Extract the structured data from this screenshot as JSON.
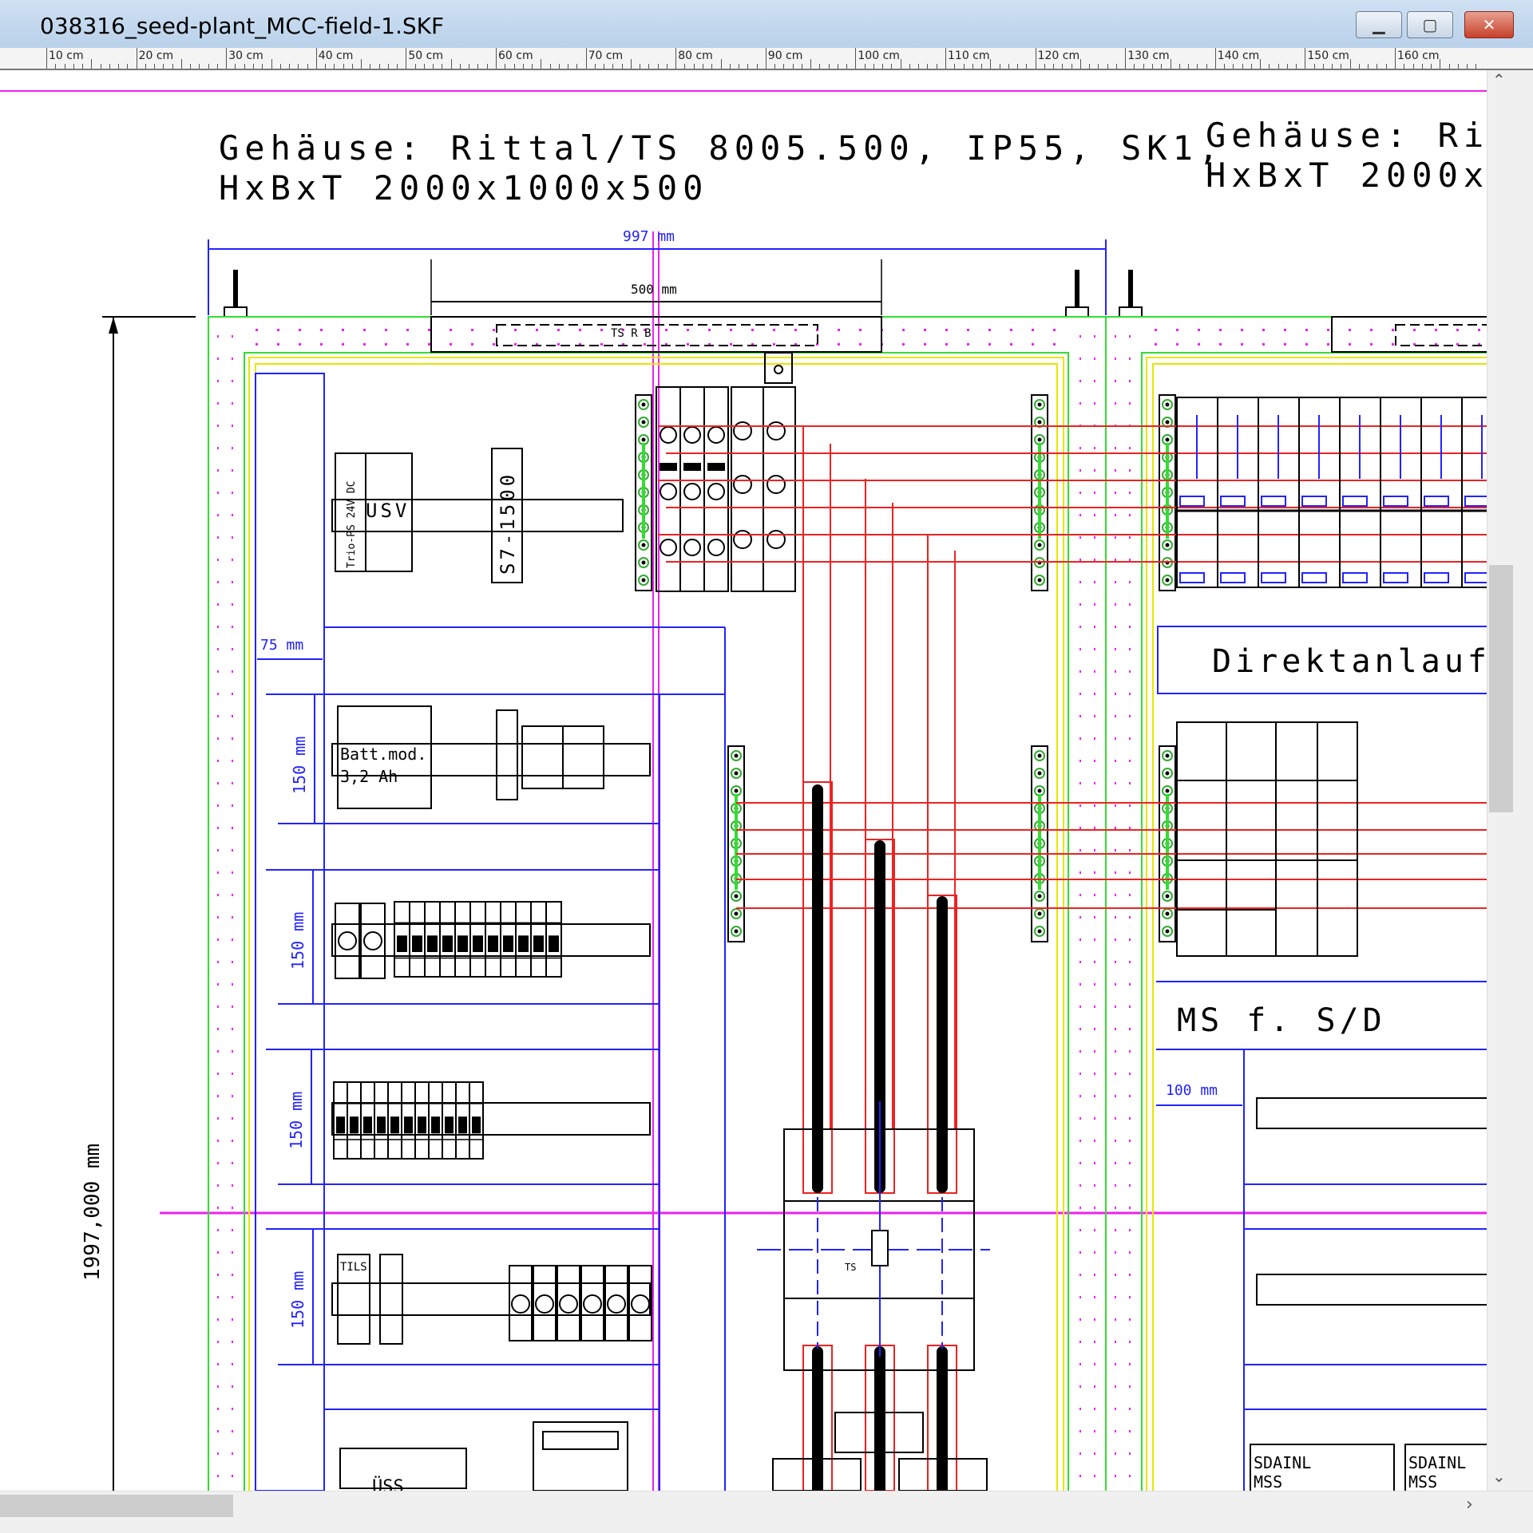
{
  "window": {
    "title": "038316_seed-plant_MCC-field-1.SKF"
  },
  "ruler": {
    "labels": [
      "10 cm",
      "20 cm",
      "30 cm",
      "40 cm",
      "50 cm",
      "60 cm",
      "70 cm",
      "80 cm",
      "90 cm",
      "100 cm",
      "110 cm",
      "120 cm",
      "130 cm",
      "140 cm",
      "150 cm",
      "160 cm"
    ]
  },
  "drawing": {
    "enclosure_line1": "Gehäuse: Rittal/TS 8005.500, IP55, SK1,",
    "enclosure_line2": "HxBxT 2000x1000x500",
    "enclosure2_line1": "Gehäuse: Ritt",
    "enclosure2_line2": "HxBxT 2000x",
    "dim_width": "997 mm",
    "dim_500": "500 mm",
    "dim_height": "1997,000 mm",
    "dim_75": "75 mm",
    "dim_150": "150 mm",
    "dim_100": "100 mm",
    "label_usv": "USV",
    "label_s7": "S7-1500",
    "label_trio": "Trio-PS 24V DC",
    "label_batt1": "Batt.mod.",
    "label_batt2": "3,2 Ah",
    "label_tsrc": "TS R B",
    "label_direkt": "Direktanlauf",
    "label_ms": "MS f. S/D",
    "label_sdainl": "SDAINL",
    "label_mss": "MSS",
    "label_tils": "TILS",
    "label_uss": "ÜSS",
    "label_ts": "TS"
  },
  "colors": {
    "green": "#33dd33",
    "blue": "#2222ff",
    "red": "#ee2222",
    "magenta": "#ee22ee",
    "yellow": "#e6e600"
  }
}
